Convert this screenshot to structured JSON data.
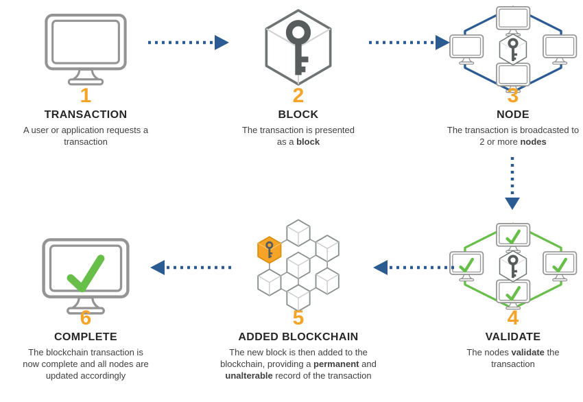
{
  "diagram": {
    "colors": {
      "orange": "#F5A428",
      "blue": "#2A5C93",
      "green": "#67BE48",
      "icon_gray": "#949494",
      "cube_gray": "#6E7373",
      "key_gray": "#575C5C",
      "title_dark": "#262626",
      "body_gray": "#3F3F3F"
    },
    "steps": [
      {
        "number": "1",
        "title": "TRANSACTION",
        "icon": "monitor-icon",
        "description": [
          {
            "t": "A user or application requests a transaction"
          }
        ]
      },
      {
        "number": "2",
        "title": "BLOCK",
        "icon": "block-cube-key-icon",
        "description": [
          {
            "t": "The transaction is presented as a "
          },
          {
            "t": "block",
            "b": true
          }
        ]
      },
      {
        "number": "3",
        "title": "NODE",
        "icon": "node-network-icon",
        "description": [
          {
            "t": "The transaction is broadcasted to 2 or more "
          },
          {
            "t": "nodes",
            "b": true
          }
        ]
      },
      {
        "number": "4",
        "title": "VALIDATE",
        "icon": "node-network-validated-icon",
        "description": [
          {
            "t": "The nodes "
          },
          {
            "t": "validate",
            "b": true
          },
          {
            "t": " the transaction"
          }
        ]
      },
      {
        "number": "5",
        "title": "ADDED BLOCKCHAIN",
        "icon": "blockchain-cluster-icon",
        "description": [
          {
            "t": "The new block is then added to the blockchain, providing a "
          },
          {
            "t": "permanent",
            "b": true
          },
          {
            "t": " and "
          },
          {
            "t": "unalterable",
            "b": true
          },
          {
            "t": " record of the transaction"
          }
        ]
      },
      {
        "number": "6",
        "title": "COMPLETE",
        "icon": "monitor-check-icon",
        "description": [
          {
            "t": "The blockchain transaction is now complete and all nodes are updated accordingly"
          }
        ]
      }
    ],
    "arrows": [
      {
        "from": "1",
        "to": "2",
        "direction": "right"
      },
      {
        "from": "2",
        "to": "3",
        "direction": "right"
      },
      {
        "from": "3",
        "to": "4",
        "direction": "down"
      },
      {
        "from": "4",
        "to": "5",
        "direction": "left"
      },
      {
        "from": "5",
        "to": "6",
        "direction": "left"
      }
    ]
  }
}
